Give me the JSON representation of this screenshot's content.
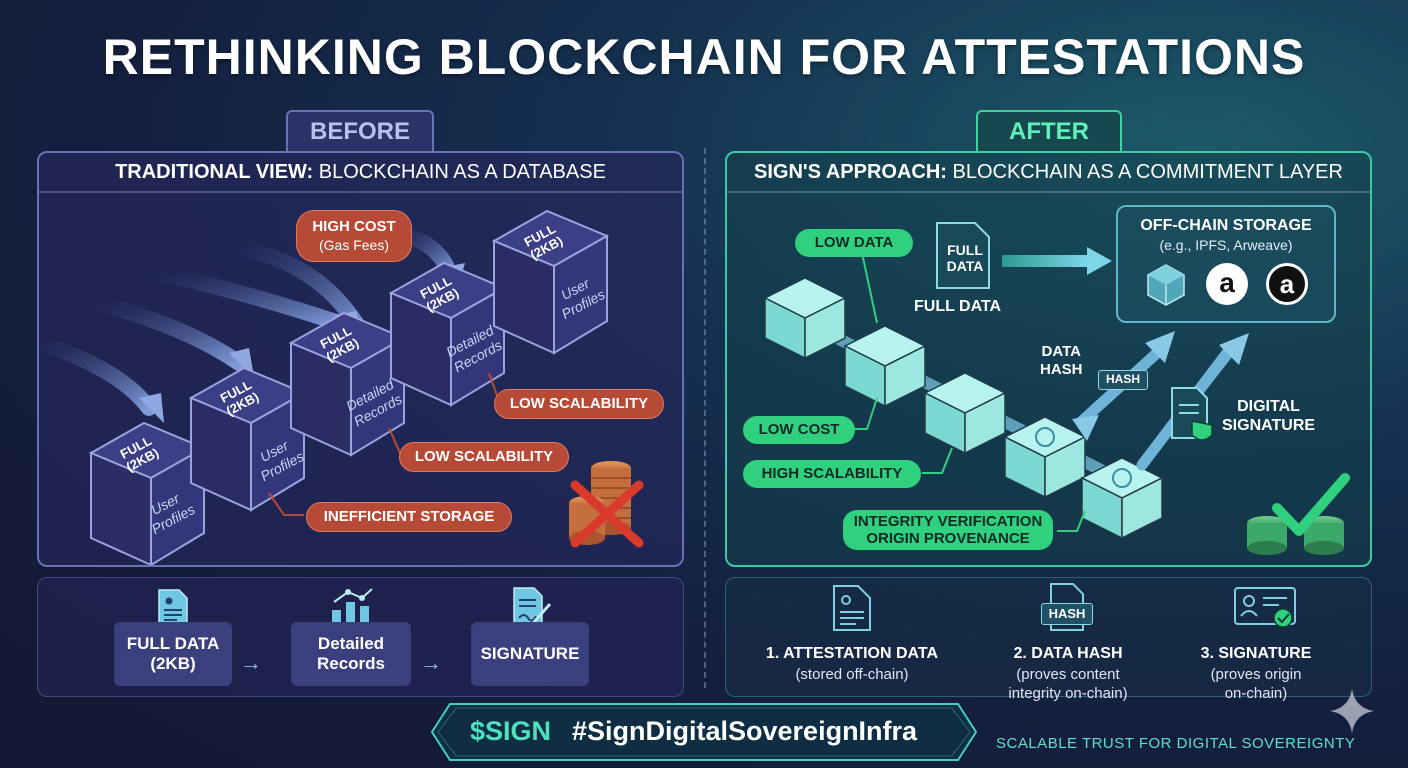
{
  "title": "RETHINKING BLOCKCHAIN FOR ATTESTATIONS",
  "before": {
    "tab": "BEFORE",
    "heading_bold": "TRADITIONAL VIEW:",
    "heading_light": "BLOCKCHAIN AS A DATABASE",
    "cubes": [
      {
        "top": "FULL",
        "top2": "(2KB)",
        "side": "User",
        "side2": "Profiles"
      },
      {
        "top": "FULL",
        "top2": "(2KB)",
        "side": "User",
        "side2": "Profiles"
      },
      {
        "top": "FULL",
        "top2": "(2KB)",
        "side": "Detailed",
        "side2": "Records"
      },
      {
        "top": "FULL",
        "top2": "(2KB)",
        "side": "Detailed",
        "side2": "Records"
      },
      {
        "top": "FULL",
        "top2": "(2KB)",
        "side": "User",
        "side2": "Profiles"
      }
    ],
    "high_cost": "HIGH COST",
    "gas_fees": "(Gas Fees)",
    "low_scalability": "LOW SCALABILITY",
    "inefficient_storage": "INEFFICIENT STORAGE",
    "flow": [
      {
        "label": "FULL DATA",
        "label2": "(2KB)",
        "icon": "document-icon"
      },
      {
        "label": "Detailed",
        "label2": "Records",
        "icon": "bar-chart-icon"
      },
      {
        "label": "SIGNATURE",
        "label2": "",
        "icon": "signed-document-icon"
      }
    ]
  },
  "after": {
    "tab": "AFTER",
    "heading_bold": "SIGN'S APPROACH:",
    "heading_light": "BLOCKCHAIN AS A COMMITMENT LAYER",
    "low_data": "LOW DATA",
    "doc_full": "FULL",
    "doc_data": "DATA",
    "full_data": "FULL DATA",
    "offchain_title": "OFF-CHAIN STORAGE",
    "offchain_sub": "(e.g., IPFS, Arweave)",
    "arweave_letter": "a",
    "data_hash_1": "DATA",
    "data_hash_2": "HASH",
    "hash_tag": "HASH",
    "digital_1": "DIGITAL",
    "digital_2": "SIGNATURE",
    "low_cost": "LOW COST",
    "high_scalability": "HIGH SCALABILITY",
    "integrity_1": "INTEGRITY VERIFICATION",
    "integrity_2": "ORIGIN PROVENANCE",
    "steps": [
      {
        "title": "1. ATTESTATION DATA",
        "sub1": "(stored off-chain)",
        "sub2": "",
        "icon": "document-icon"
      },
      {
        "title": "2. DATA HASH",
        "sub1": "(proves content",
        "sub2": "integrity on-chain)",
        "icon": "hash-icon",
        "tag": "HASH"
      },
      {
        "title": "3. SIGNATURE",
        "sub1": "(proves origin",
        "sub2": "on-chain)",
        "icon": "certificate-icon"
      }
    ]
  },
  "footer": {
    "ticker": "$SIGN",
    "hashtag": "#SignDigitalSovereignInfra",
    "tagline": "SCALABLE TRUST FOR DIGITAL SOVEREIGNTY"
  },
  "colors": {
    "accent_green": "#2fd07e",
    "accent_red": "#b64a36",
    "before_border": "#6a70b8",
    "after_border": "#3fc9a2"
  }
}
